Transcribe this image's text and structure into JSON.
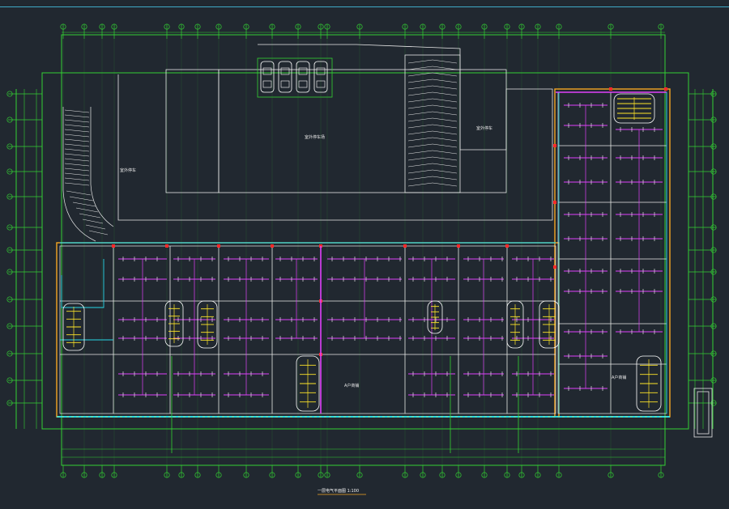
{
  "drawing": {
    "title": "一层电气平面图  1:100",
    "scale_note": "",
    "background": "#212830",
    "colors": {
      "grid_axis": "#33d133",
      "walls": "#ffffff",
      "power": "#e040fb",
      "conduit": "#f5a623",
      "cyan": "#28d7e6",
      "red": "#ff2a2a",
      "yellow": "#ffe629"
    }
  },
  "areas": [
    {
      "id": "parking_left",
      "label": "室外停车"
    },
    {
      "id": "parking_center",
      "label": "室外停车场"
    },
    {
      "id": "parking_right",
      "label": "室外停车"
    },
    {
      "id": "shop_center",
      "label": "A户商铺"
    },
    {
      "id": "shop_right",
      "label": "A户商铺"
    }
  ],
  "icons": [
    "car-icon",
    "stair-icon",
    "axis-bubble-icon"
  ]
}
